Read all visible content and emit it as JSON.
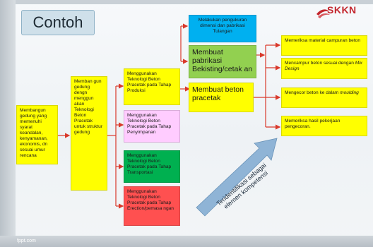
{
  "title": "Contoh",
  "logo": {
    "text": "SKKN"
  },
  "footer": "fppt.com",
  "boxes": {
    "root": "Membangun gedung yang memenuhi syarat keandalan, kenyamanan, ekonomis, dn sesuai umur rencana",
    "tech": "Memban gun gedung dengn menggun akan Teknologi Beton Pracetak untuk struktur gedung",
    "produksi": "Menggunakan Teknologi Beton Pracetak pada Tahap Produksi",
    "penyimpanan": "Menggunakan Teknologi Beton Pracetak pada Tahap Penyimpanan",
    "transportasi": "Menggunakan Teknologi Beton Pracetak pada Tahap Transportasi",
    "ereksi": "Menggunakan Teknologi Beton Pracetak pada Tahap Erection/pemasa ngan",
    "ukur": "Melakukan pengukuran dimensi dan pabrikasi Tulangan",
    "bekisting": "Membuat pabrikasi Bekisting/cetak an",
    "pracetak": "Membuat beton pracetak",
    "periksa_material": "Memeriksa material campuran beton",
    "campur_prefix": "Mencampur beton sesuai dengan ",
    "campur_italic": "Mix Design",
    "cor_prefix": "Mengecor beton ke dalam ",
    "cor_italic": "moulding",
    "periksa_hasil": "Memeriksa hasil pekerjaan pengecoran."
  },
  "banner": "Teridentifikasi sebagai elemen kompetensi",
  "colors": {
    "yellow": "#ffff00",
    "cyan": "#00b0f0",
    "light_green": "#92d050",
    "pink": "#ffccff",
    "green": "#00b050",
    "red": "#ff5050",
    "arrow": "#d9392b",
    "banner": "#8fb4d6"
  }
}
